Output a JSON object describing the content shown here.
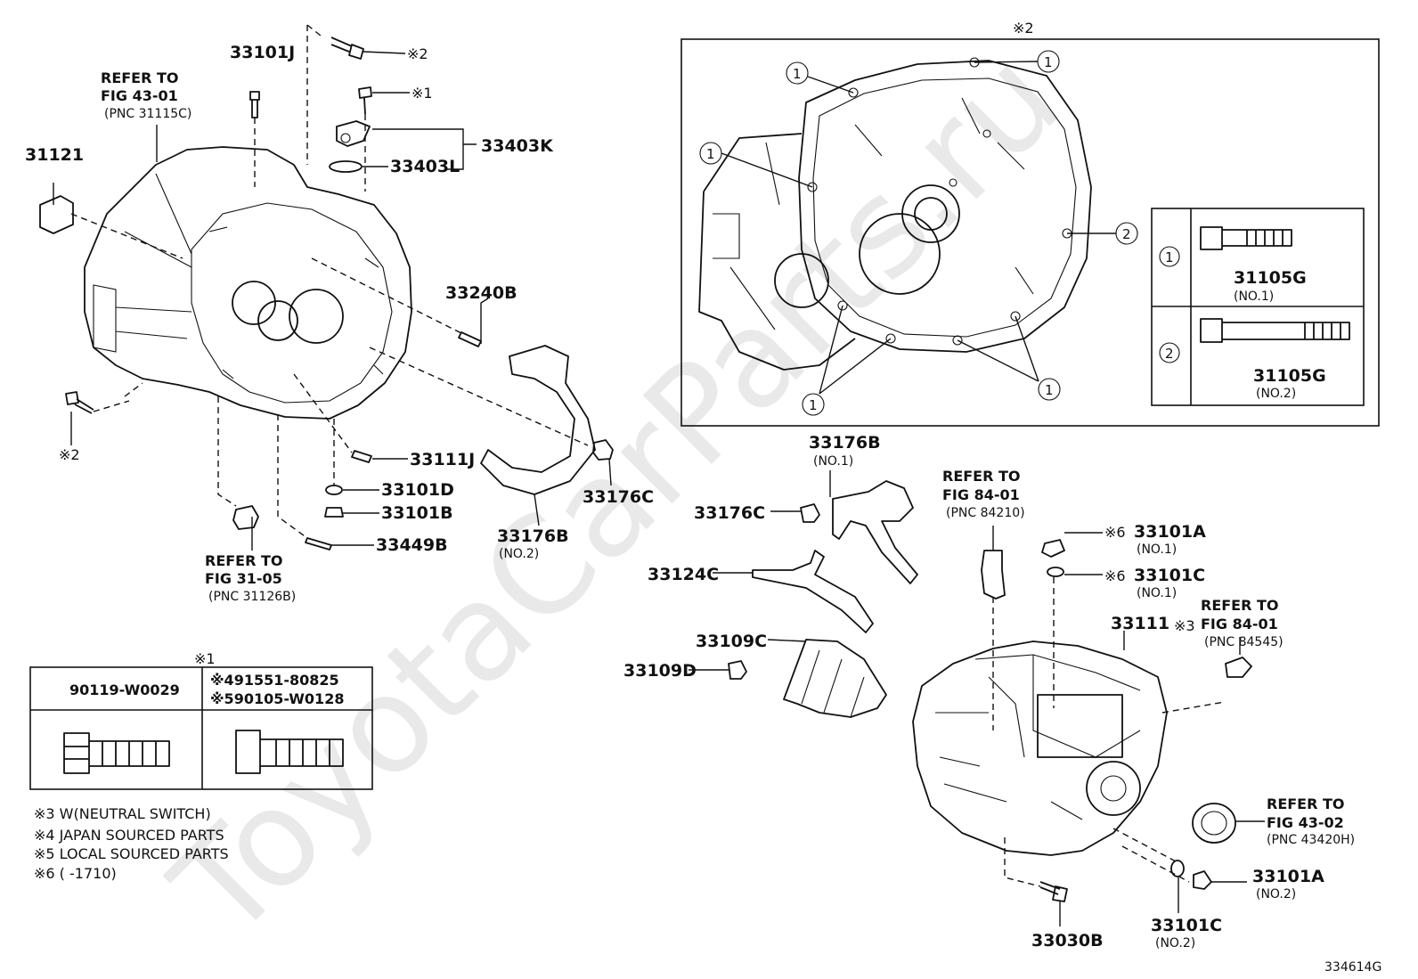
{
  "watermark": "ToyotaCarParts.ru",
  "figure_id": "334614G",
  "inset_note": "※2",
  "table_note": "※1",
  "parts": {
    "p33101J": "33101J",
    "p31121": "31121",
    "p33403K": "33403K",
    "p33403L": "33403L",
    "p33240B": "33240B",
    "p33111J": "33111J",
    "p33101D": "33101D",
    "p33101B": "33101B",
    "p33449B": "33449B",
    "p33176B_2": "33176B",
    "p33176B_2_sub": "(NO.2)",
    "p33176C_a": "33176C",
    "p33176B_1": "33176B",
    "p33176B_1_sub": "(NO.1)",
    "p33176C_b": "33176C",
    "p33124C": "33124C",
    "p33109C": "33109C",
    "p33109D": "33109D",
    "p33101A_1": "33101A",
    "p33101A_1_sub": "(NO.1)",
    "p33101C_1": "33101C",
    "p33101C_1_sub": "(NO.1)",
    "p33111": "33111",
    "p33101A_2": "33101A",
    "p33101A_2_sub": "(NO.2)",
    "p33101C_2": "33101C",
    "p33101C_2_sub": "(NO.2)",
    "p33030B": "33030B",
    "p31105G_1": "31105G",
    "p31105G_1_sub": "(NO.1)",
    "p31105G_2": "31105G",
    "p31105G_2_sub": "(NO.2)"
  },
  "marks": {
    "m2_top": "※2",
    "m1_top": "※1",
    "m2_left": "※2",
    "m6_a": "※6",
    "m6_c": "※6",
    "m3": "※3"
  },
  "refs": {
    "r1": [
      "REFER TO",
      "FIG 43-01",
      "(PNC 31115C)"
    ],
    "r2": [
      "REFER TO",
      "FIG 31-05",
      "(PNC 31126B)"
    ],
    "r3": [
      "REFER TO",
      "FIG 84-01",
      "(PNC 84210)"
    ],
    "r4": [
      "REFER TO",
      "FIG 84-01",
      "(PNC 84545)"
    ],
    "r5": [
      "REFER TO",
      "FIG 43-02",
      "(PNC 43420H)"
    ]
  },
  "callouts": {
    "one": "1",
    "two": "2"
  },
  "bolt_table": {
    "col1": "90119-W0029",
    "col2_a": "※491551-80825",
    "col2_b": "※590105-W0128"
  },
  "notes": [
    "※3 W(NEUTRAL SWITCH)",
    "※4 JAPAN SOURCED PARTS",
    "※5 LOCAL SOURCED PARTS",
    "※6 (      -1710)"
  ]
}
